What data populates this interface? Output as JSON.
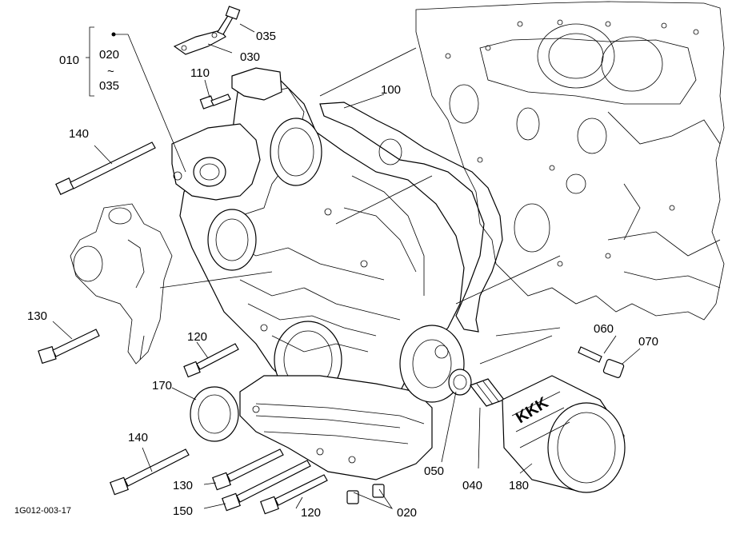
{
  "callouts": {
    "c010": "010",
    "c020_top": "020",
    "tilde": "~",
    "c035_range": "035",
    "c035": "035",
    "c030": "030",
    "c110": "110",
    "c100": "100",
    "c140_top": "140",
    "c130_left": "130",
    "c120_mid": "120",
    "c170": "170",
    "c060": "060",
    "c070": "070",
    "c140_bottom": "140",
    "c130_bottom": "130",
    "c150": "150",
    "c120_bottom": "120",
    "c020_bottom": "020",
    "c050": "050",
    "c040": "040",
    "c180": "180"
  },
  "figure_id": "1G012-003-17",
  "filter_brand_text": "KKK"
}
